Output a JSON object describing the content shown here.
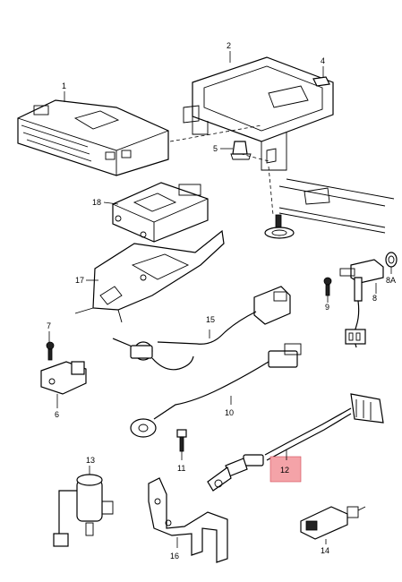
{
  "labels": {
    "p1": "1",
    "p2": "2",
    "p4": "4",
    "p5": "5",
    "p6": "6",
    "p7": "7",
    "p8": "8",
    "p8a": "8A",
    "p9": "9",
    "p10": "10",
    "p11": "11",
    "p12": "12",
    "p13": "13",
    "p14": "14",
    "p15": "15",
    "p16": "16",
    "p17": "17",
    "p18": "18"
  },
  "highlighted_part": "12",
  "colors": {
    "highlight_fill": "#f4a3a8",
    "highlight_border": "#d04a55",
    "line": "#000000"
  }
}
